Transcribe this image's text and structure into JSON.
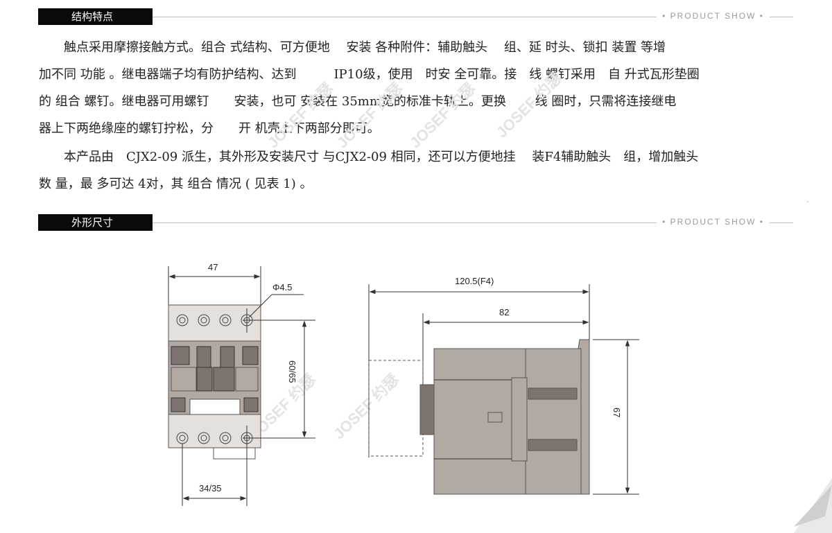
{
  "section1": {
    "title": "结构特点",
    "tagline": "• PRODUCT SHOW •"
  },
  "paragraph1": {
    "lines": [
      "　　触点采用摩擦接触方式。组合 式结构、可方便地　 安装 各种附件：辅助触头　 组、延 时头、锁扣 装置 等增",
      "加不同 功能 。继电器端子均有防护结构、达到　　　IP10级，使用　时安 全可靠。接　线 螺钉采用　自 升式瓦形垫圈",
      "的 组合 螺钉。继电器可用螺钉　　安装，也可 安装在 35mm宽的标准卡轨上。更换　　 线 圈时，只需将连接继电",
      "器上下两绝缘座的螺钉拧松，分　　开 机壳上下两部分即可。"
    ]
  },
  "paragraph2": {
    "lines": [
      "　　本产品由　CJX2-09 派生，其外形及安装尺寸 与CJX2-09 相同，还可以方便地挂　 装F4辅助触头　组，增加触头",
      "数 量，最 多可达 4对，其 组合 情况 ( 见表 1) 。"
    ]
  },
  "section2": {
    "title": "外形尺寸",
    "tagline": "• PRODUCT SHOW •"
  },
  "front_view": {
    "width_label": "47",
    "hole_label": "Φ4.5",
    "height_label": "60/65",
    "mount_label": "34/35"
  },
  "side_view": {
    "total_depth_label": "120.5(F4)",
    "body_depth_label": "82",
    "height_label": "67"
  },
  "watermark": {
    "text": "JOSEF 约瑟"
  },
  "colors": {
    "body": "#b3a9a3",
    "body_dark": "#7d746f",
    "light": "#e6e0dc",
    "header_bg": "#0a0a0a"
  }
}
